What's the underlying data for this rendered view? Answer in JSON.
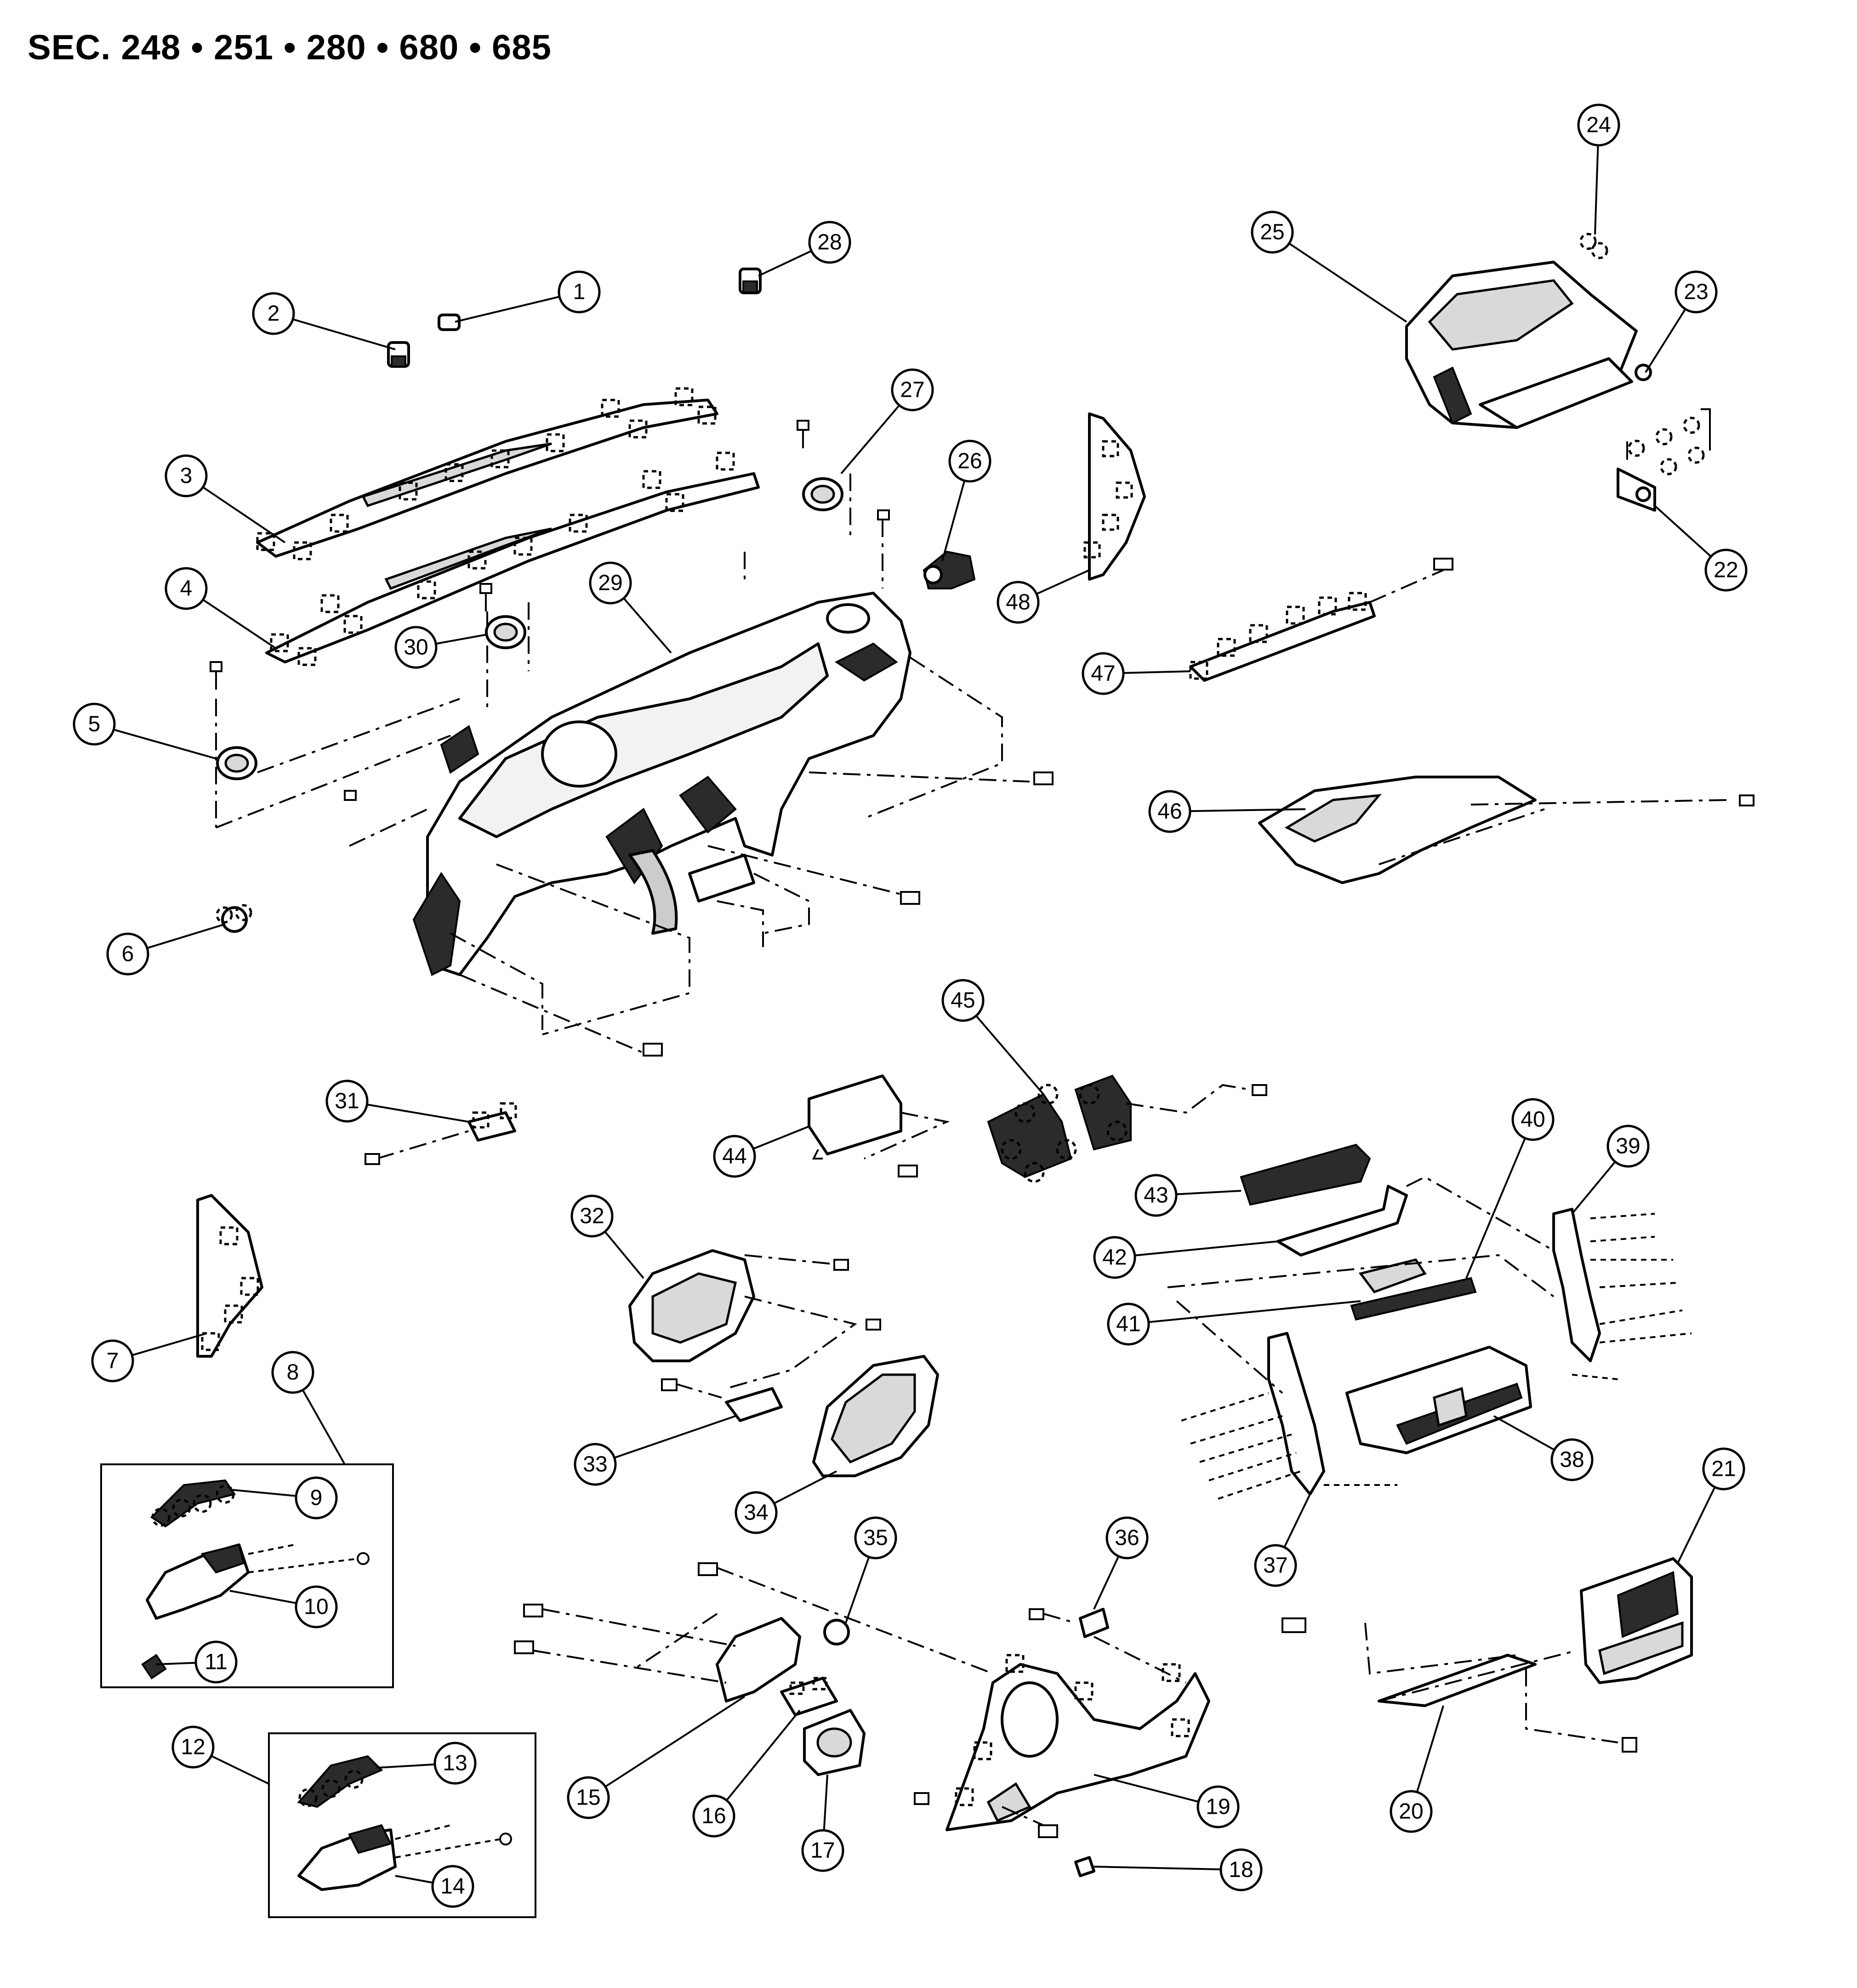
{
  "header": {
    "section_label": "SEC. 248 • 251 • 280 • 680 • 685"
  },
  "callouts": [
    {
      "id": "1",
      "label": "1"
    },
    {
      "id": "2",
      "label": "2"
    },
    {
      "id": "3",
      "label": "3"
    },
    {
      "id": "4",
      "label": "4"
    },
    {
      "id": "5",
      "label": "5"
    },
    {
      "id": "6",
      "label": "6"
    },
    {
      "id": "7",
      "label": "7"
    },
    {
      "id": "8",
      "label": "8"
    },
    {
      "id": "9",
      "label": "9"
    },
    {
      "id": "10",
      "label": "10"
    },
    {
      "id": "11",
      "label": "11"
    },
    {
      "id": "12",
      "label": "12"
    },
    {
      "id": "13",
      "label": "13"
    },
    {
      "id": "14",
      "label": "14"
    },
    {
      "id": "15",
      "label": "15"
    },
    {
      "id": "16",
      "label": "16"
    },
    {
      "id": "17",
      "label": "17"
    },
    {
      "id": "18",
      "label": "18"
    },
    {
      "id": "19",
      "label": "19"
    },
    {
      "id": "20",
      "label": "20"
    },
    {
      "id": "21",
      "label": "21"
    },
    {
      "id": "22",
      "label": "22"
    },
    {
      "id": "23",
      "label": "23"
    },
    {
      "id": "24",
      "label": "24"
    },
    {
      "id": "25",
      "label": "25"
    },
    {
      "id": "26",
      "label": "26"
    },
    {
      "id": "27",
      "label": "27"
    },
    {
      "id": "28",
      "label": "28"
    },
    {
      "id": "29",
      "label": "29"
    },
    {
      "id": "30",
      "label": "30"
    },
    {
      "id": "31",
      "label": "31"
    },
    {
      "id": "32",
      "label": "32"
    },
    {
      "id": "33",
      "label": "33"
    },
    {
      "id": "34",
      "label": "34"
    },
    {
      "id": "35",
      "label": "35"
    },
    {
      "id": "36",
      "label": "36"
    },
    {
      "id": "37",
      "label": "37"
    },
    {
      "id": "38",
      "label": "38"
    },
    {
      "id": "39",
      "label": "39"
    },
    {
      "id": "40",
      "label": "40"
    },
    {
      "id": "41",
      "label": "41"
    },
    {
      "id": "42",
      "label": "42"
    },
    {
      "id": "43",
      "label": "43"
    },
    {
      "id": "44",
      "label": "44"
    },
    {
      "id": "45",
      "label": "45"
    },
    {
      "id": "46",
      "label": "46"
    },
    {
      "id": "47",
      "label": "47"
    },
    {
      "id": "48",
      "label": "48"
    }
  ]
}
